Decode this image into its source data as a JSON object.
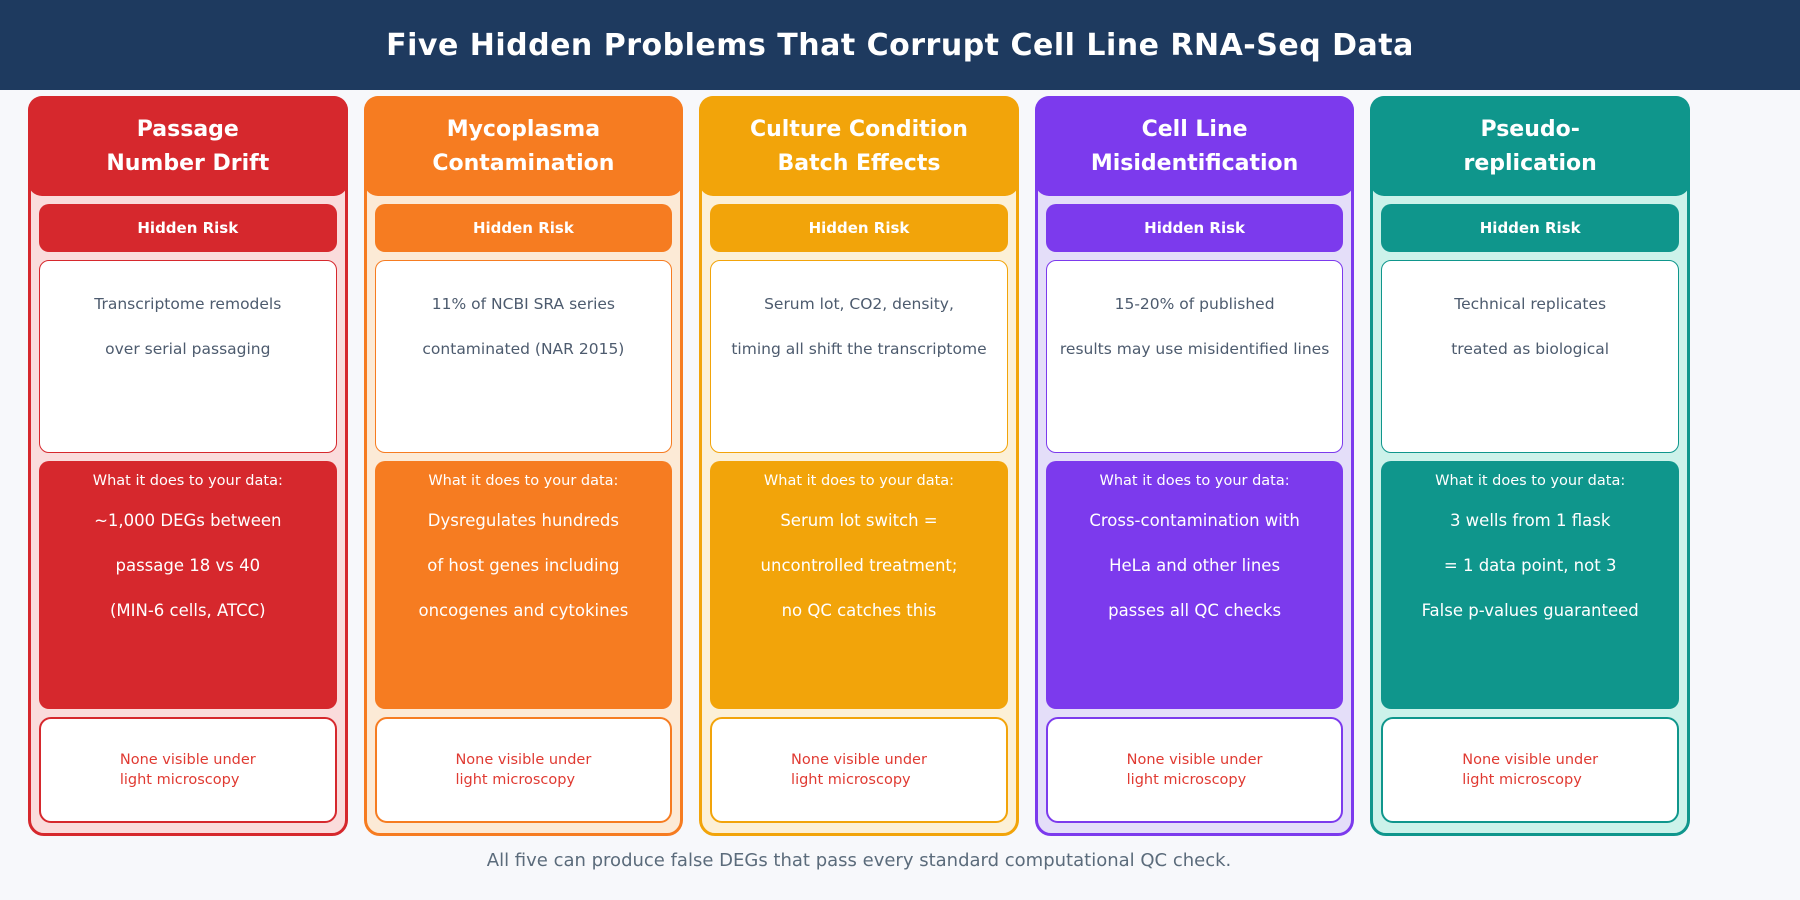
{
  "header": {
    "title": "Five Hidden Problems That Corrupt Cell Line RNA-Seq Data",
    "bg": "#1e3a5f"
  },
  "shared": {
    "badge_label": "Hidden Risk",
    "effect_label": "What it does to your data:",
    "invisible_line1": "None visible under",
    "invisible_line2": "light microscopy",
    "invisible_text_color": "#e03a32",
    "risk_text_color": "#4d5b6e"
  },
  "cards": [
    {
      "title_line1": "Passage",
      "title_line2": "Number Drift",
      "risk_line1": "Transcriptome remodels",
      "risk_line2": "over serial passaging",
      "effect_line1": "~1,000 DEGs between",
      "effect_line2": "passage 18 vs 40",
      "effect_line3": "(MIN-6 cells, ATCC)",
      "colors": {
        "accent": "#d6282d",
        "tint": "#fadcdc"
      }
    },
    {
      "title_line1": "Mycoplasma",
      "title_line2": "Contamination",
      "risk_line1": "11% of NCBI SRA series",
      "risk_line2": "contaminated (NAR 2015)",
      "effect_line1": "Dysregulates hundreds",
      "effect_line2": "of host genes including",
      "effect_line3": "oncogenes and cytokines",
      "colors": {
        "accent": "#f67c21",
        "tint": "#fcead6"
      }
    },
    {
      "title_line1": "Culture Condition",
      "title_line2": "Batch Effects",
      "risk_line1": "Serum lot, CO2, density,",
      "risk_line2": "timing all shift the transcriptome",
      "effect_line1": "Serum lot switch =",
      "effect_line2": "uncontrolled treatment;",
      "effect_line3": "no QC catches this",
      "colors": {
        "accent": "#f2a40a",
        "tint": "#fcf0d7"
      }
    },
    {
      "title_line1": "Cell Line",
      "title_line2": "Misidentification",
      "risk_line1": "15-20% of published",
      "risk_line2": "results may use misidentified lines",
      "effect_line1": "Cross-contamination with",
      "effect_line2": "HeLa and other lines",
      "effect_line3": "passes all QC checks",
      "colors": {
        "accent": "#7c3aed",
        "tint": "#e4def9"
      }
    },
    {
      "title_line1": "Pseudo-",
      "title_line2": "replication",
      "risk_line1": "Technical replicates",
      "risk_line2": "treated as biological",
      "effect_line1": "3 wells from 1 flask",
      "effect_line2": "= 1 data point, not 3",
      "effect_line3": "False p-values guaranteed",
      "colors": {
        "accent": "#0f968c",
        "tint": "#ccf2ea"
      }
    }
  ],
  "footer": {
    "caption": "All five can produce false DEGs that pass every standard computational QC check.",
    "text_color": "#5b6b7b"
  }
}
